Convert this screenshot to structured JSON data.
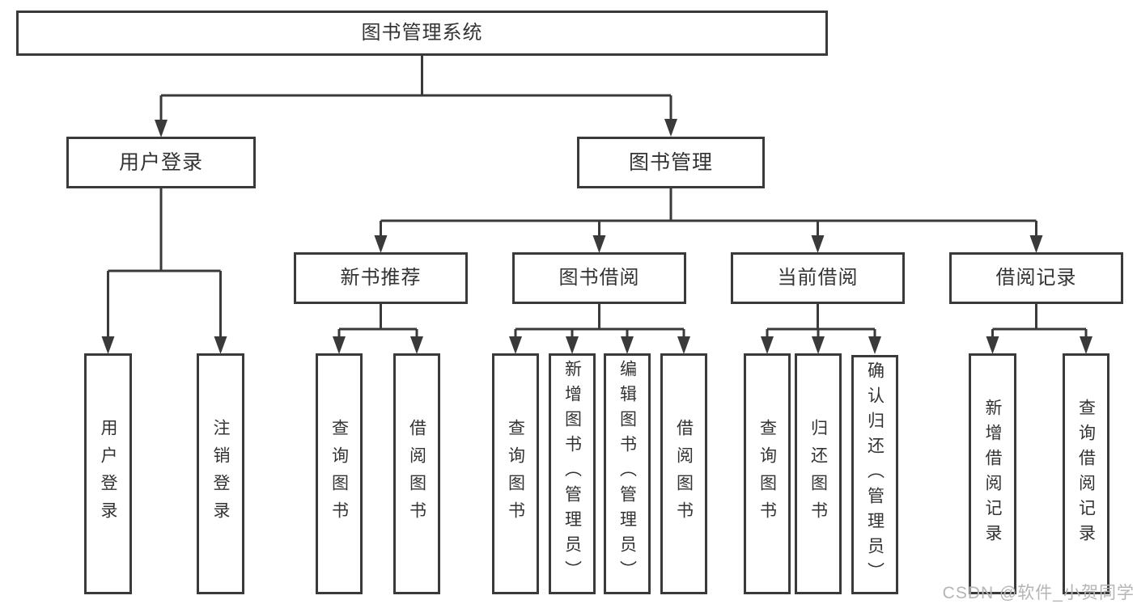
{
  "colors": {
    "line": "#3a3a3a",
    "box_border": "#3a3a3a",
    "text": "#333333",
    "background": "#ffffff",
    "watermark": "#b5b5b5"
  },
  "watermark": {
    "text": "CSDN @软件_小贺同学"
  },
  "tree": {
    "root": {
      "label": "图书管理系统"
    },
    "branches": [
      {
        "label": "用户登录",
        "children": [
          {
            "label": "用户登录"
          },
          {
            "label": "注销登录"
          }
        ]
      },
      {
        "label": "图书管理",
        "children": [
          {
            "label": "新书推荐",
            "children": [
              {
                "label": "查询图书"
              },
              {
                "label": "借阅图书"
              }
            ]
          },
          {
            "label": "图书借阅",
            "children": [
              {
                "label": "查询图书"
              },
              {
                "label": "新增图书（管理员）"
              },
              {
                "label": "编辑图书（管理员）"
              },
              {
                "label": "借阅图书"
              }
            ]
          },
          {
            "label": "当前借阅",
            "children": [
              {
                "label": "查询图书"
              },
              {
                "label": "归还图书"
              },
              {
                "label": "确认归还（管理员）"
              }
            ]
          },
          {
            "label": "借阅记录",
            "children": [
              {
                "label": "新增借阅记录"
              },
              {
                "label": "查询借阅记录"
              }
            ]
          }
        ]
      }
    ]
  }
}
